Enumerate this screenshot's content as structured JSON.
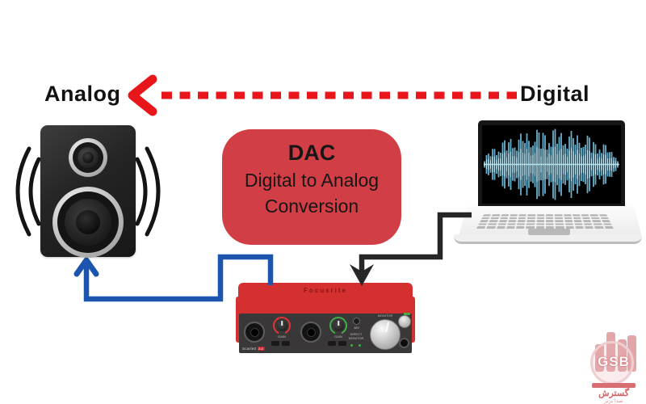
{
  "diagram": {
    "analog_label": "Analog",
    "digital_label": "Digital",
    "dac": {
      "title": "DAC",
      "line1": "Digital to Analog",
      "line2": "Conversion"
    },
    "interface": {
      "brand": "Focusrite",
      "model": "Scarlett",
      "model_badge": "2i2",
      "monitor": "MONITOR",
      "direct_monitor": "DIRECT MONITOR",
      "phantom": "48V",
      "gain": "GAIN"
    },
    "logo": {
      "initials": "GSB",
      "line1": "گسترش",
      "line2": "صدا برتر"
    }
  },
  "colors": {
    "arrow_red": "#e8161b",
    "dac_box_red": "#d23e45",
    "cable_blue": "#1b55ad",
    "cable_black": "#262626",
    "interface_red": "#d43030",
    "interface_panel": "#3a3739",
    "waveform_cyan": "#8fd9f2",
    "logo_pink": "#db9094"
  }
}
